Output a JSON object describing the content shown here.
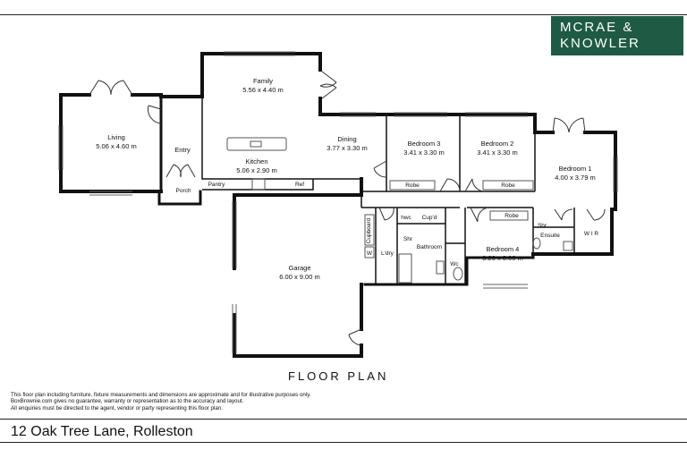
{
  "logo": {
    "line1": "MCRAE &",
    "line2": "KNOWLER"
  },
  "rooms": [
    {
      "key": "living",
      "name": "Living",
      "dims": "5.06 x 4.60 m"
    },
    {
      "key": "family",
      "name": "Family",
      "dims": "5.56 x 4.40 m"
    },
    {
      "key": "entry",
      "name": "Entry",
      "dims": ""
    },
    {
      "key": "kitchen",
      "name": "Kitchen",
      "dims": "5.06 x 2.90 m"
    },
    {
      "key": "dining",
      "name": "Dining",
      "dims": "3.77 x 3.30 m"
    },
    {
      "key": "bedroom3",
      "name": "Bedroom 3",
      "dims": "3.41 x 3.30 m"
    },
    {
      "key": "bedroom2",
      "name": "Bedroom 2",
      "dims": "3.41 x 3.30 m"
    },
    {
      "key": "bedroom1",
      "name": "Bedroom 1",
      "dims": "4.00 x 3.79 m"
    },
    {
      "key": "bedroom4",
      "name": "Bedroom 4",
      "dims": "3.20 x 3.00 m"
    },
    {
      "key": "garage",
      "name": "Garage",
      "dims": "6.00 x 9.00 m"
    }
  ],
  "small_labels": [
    {
      "key": "porch",
      "text": "Porch"
    },
    {
      "key": "pantry",
      "text": "Pantry"
    },
    {
      "key": "ref",
      "text": "Ref"
    },
    {
      "key": "robe3",
      "text": "Robe"
    },
    {
      "key": "robe2",
      "text": "Robe"
    },
    {
      "key": "robe4",
      "text": "Robe"
    },
    {
      "key": "cupboard",
      "text": "Cupboard"
    },
    {
      "key": "hwc",
      "text": "hwc"
    },
    {
      "key": "cupd",
      "text": "Cup'd"
    },
    {
      "key": "shr1",
      "text": "Shr"
    },
    {
      "key": "bathroom",
      "text": "Bathroom"
    },
    {
      "key": "ldry",
      "text": "L'dry"
    },
    {
      "key": "w",
      "text": "W"
    },
    {
      "key": "wc",
      "text": "Wc"
    },
    {
      "key": "shr2",
      "text": "Shr"
    },
    {
      "key": "ensuite",
      "text": "Ensuite"
    },
    {
      "key": "wir",
      "text": "W I R"
    }
  ],
  "title": "FLOOR PLAN",
  "disclaimer": [
    "This floor plan including furniture, fixture measurements and dimensions are approximate and for illustrative purposes only.",
    "BoxBrownie.com gives no guarantee, warranty or representation as to the accuracy and layout.",
    "All enquiries must be directed to the agent, vendor or party representing this floor plan."
  ],
  "address": "12 Oak Tree Lane, Rolleston"
}
